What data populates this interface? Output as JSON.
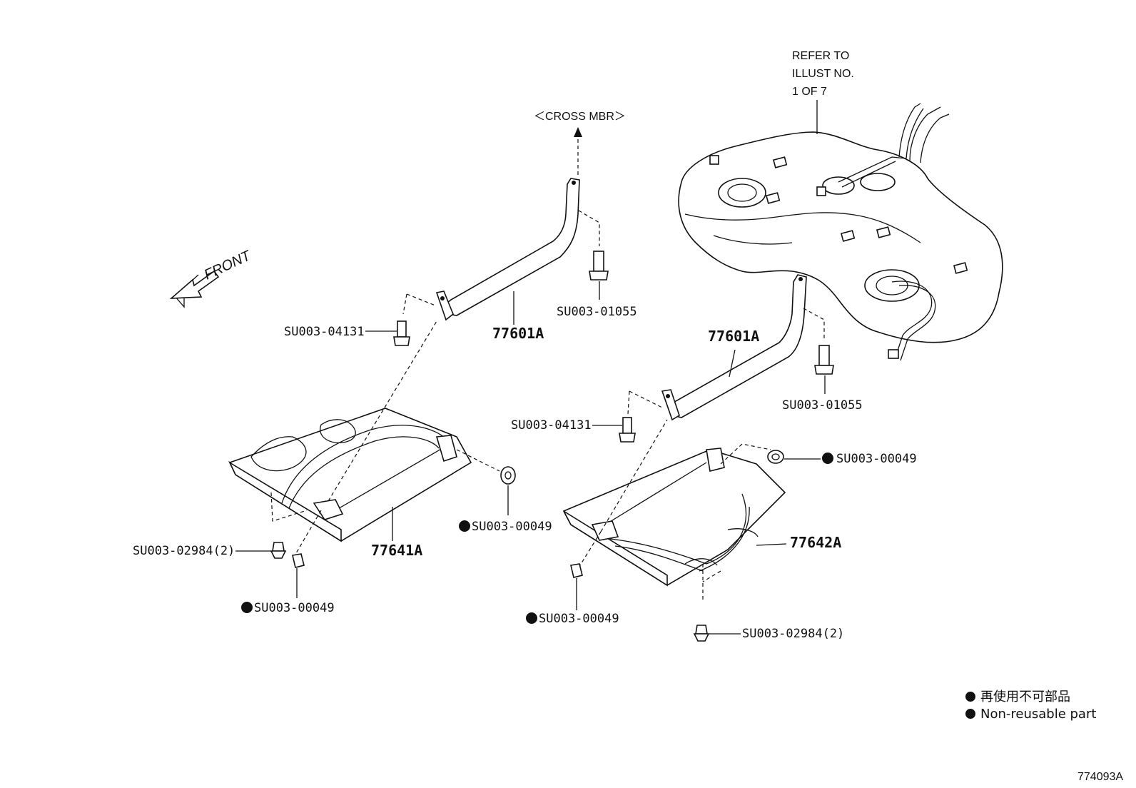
{
  "refer_note": [
    "REFER TO",
    "ILLUST NO.",
    "1 OF 7"
  ],
  "cross_member": "＜CROSS MBR＞",
  "front": "FRONT",
  "labels": {
    "strap_left": "77601A",
    "strap_right": "77601A",
    "bolt_left_top": "SU003-04131",
    "bolt_right_top": "SU003-01055",
    "bolt_left_mid": "SU003-04131",
    "bolt_right_mid": "SU003-01055",
    "cover_left": "77641A",
    "cover_right": "77642A",
    "nut_left": "SU003-00049",
    "nut_right": "SU003-00049",
    "clip_left": "SU003-02984(2)",
    "clip_right": "SU003-02984(2)",
    "nut_left_bottom": "SU003-00049",
    "nut_right_bottom": "SU003-00049"
  },
  "legend": {
    "jp": "再使用不可部品",
    "en": "Non-reusable part"
  },
  "illustration_id": "774093A"
}
